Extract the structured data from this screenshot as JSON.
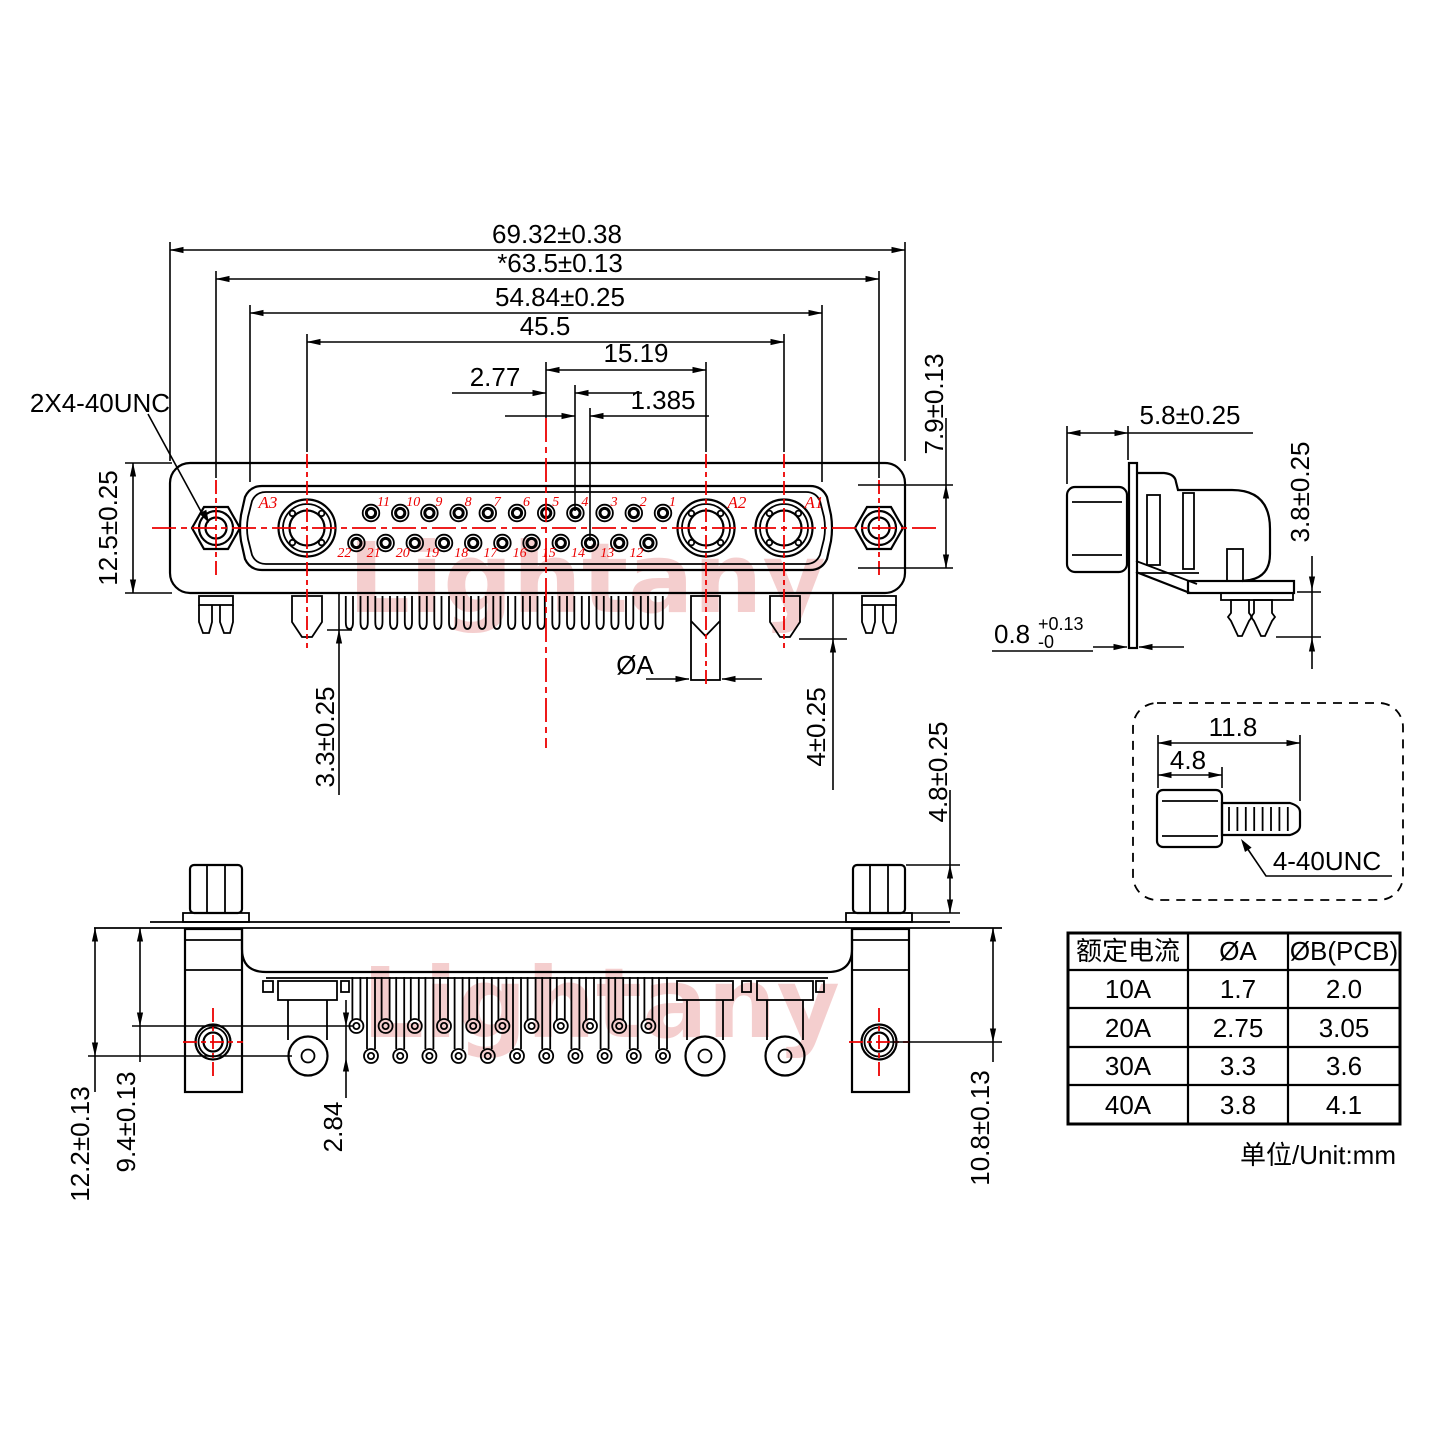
{
  "drawing": {
    "watermark": "Lightany",
    "front_view": {
      "thread_callout": "2X4-40UNC",
      "dim_overall_width": "69.32±0.38",
      "dim_mount_spacing": "*63.5±0.13",
      "dim_shroud_width": "54.84±0.25",
      "dim_contact_span": "45.5",
      "dim_center_to_a2": "15.19",
      "dim_pin_pitch": "2.77",
      "dim_row_stagger": "1.385",
      "dim_shroud_height": "7.9±0.13",
      "dim_flange_height": "12.5±0.25",
      "dim_signal_pin_length": "3.3±0.25",
      "dim_power_pin_length": "4±0.25",
      "dim_power_pin_dia": "ØA",
      "contact_labels": [
        "A1",
        "A2",
        "A3"
      ],
      "pin_numbers_top_row": [
        "11",
        "10",
        "9",
        "8",
        "7",
        "6",
        "5",
        "4",
        "3",
        "2",
        "1"
      ],
      "pin_numbers_bottom_row": [
        "22",
        "21",
        "20",
        "19",
        "18",
        "17",
        "16",
        "15",
        "14",
        "13",
        "12"
      ]
    },
    "side_view": {
      "dim_screw_head_protrusion": "5.8±0.25",
      "dim_standoff_height": "3.8±0.25",
      "dim_flange_thickness": "0.8",
      "dim_flange_thickness_upper_tol": "+0.13",
      "dim_flange_thickness_lower_tol": "-0"
    },
    "bottom_view": {
      "dim_pcb_to_power_row": "12.2±0.13",
      "dim_pcb_to_signal_row": "9.4±0.13",
      "dim_row_spacing": "2.84",
      "dim_pcb_to_hole": "10.8±0.13",
      "dim_standoff_height": "4.8±0.25"
    },
    "screw_detail": {
      "dim_total_length": "11.8",
      "dim_head_length": "4.8",
      "thread_label": "4-40UNC"
    },
    "spec_table": {
      "headers": [
        "额定电流",
        "ØA",
        "ØB(PCB)"
      ],
      "rows": [
        [
          "10A",
          "1.7",
          "2.0"
        ],
        [
          "20A",
          "2.75",
          "3.05"
        ],
        [
          "30A",
          "3.3",
          "3.6"
        ],
        [
          "40A",
          "3.8",
          "4.1"
        ]
      ],
      "unit_note": "单位/Unit:mm"
    }
  }
}
